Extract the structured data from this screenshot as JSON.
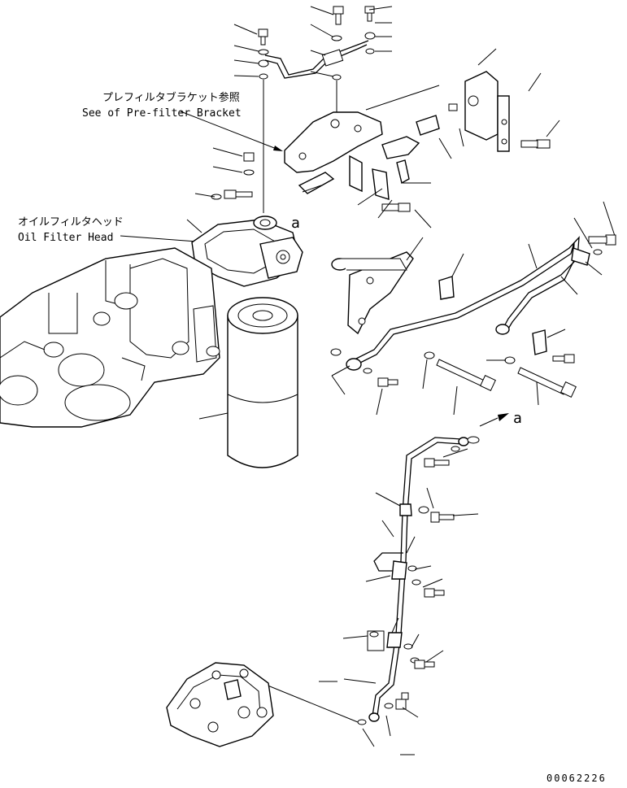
{
  "labels": {
    "prefilter_jp": "プレフィルタブラケット参照",
    "prefilter_en": "See of Pre-filter Bracket",
    "oilhead_jp": "オイルフィルタヘッド",
    "oilhead_en": "Oil Filter Head",
    "ref_a_top": "a",
    "ref_a_right": "a",
    "drawing_number": "00062226"
  }
}
